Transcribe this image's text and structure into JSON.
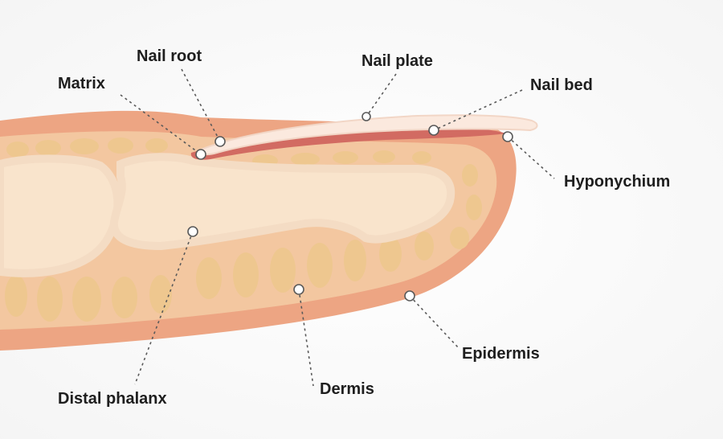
{
  "diagram": {
    "labels": {
      "matrix": "Matrix",
      "nail_root": "Nail root",
      "nail_plate": "Nail plate",
      "nail_bed": "Nail bed",
      "hyponychium": "Hyponychium",
      "epidermis": "Epidermis",
      "dermis": "Dermis",
      "distal_phalanx": "Distal phalanx"
    },
    "colors": {
      "background": "#ffffff",
      "epidermis": "#eda583",
      "dermis": "#f3c7a0",
      "fat_lobules": "#eec78f",
      "bone_outline": "#f4dcc4",
      "bone_fill": "#f9e4cc",
      "nail_plate": "#fbe9de",
      "nail_bed": "#d26b62",
      "leader": "#5a5a5a",
      "label_text": "#1e1e1e"
    }
  }
}
